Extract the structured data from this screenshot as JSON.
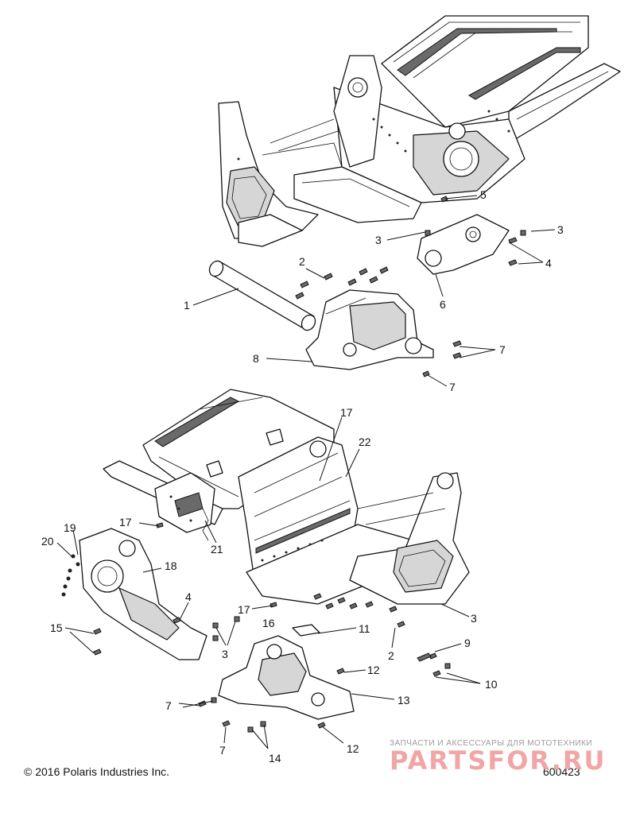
{
  "callouts": [
    {
      "id": "c5",
      "text": "5"
    },
    {
      "id": "c3a",
      "text": "3"
    },
    {
      "id": "c3b",
      "text": "3"
    },
    {
      "id": "c4a",
      "text": "4"
    },
    {
      "id": "c2a",
      "text": "2"
    },
    {
      "id": "c1",
      "text": "1"
    },
    {
      "id": "c6",
      "text": "6"
    },
    {
      "id": "c7a",
      "text": "7"
    },
    {
      "id": "c8",
      "text": "8"
    },
    {
      "id": "c7b",
      "text": "7"
    },
    {
      "id": "c17a",
      "text": "17"
    },
    {
      "id": "c22",
      "text": "22"
    },
    {
      "id": "c17b",
      "text": "17"
    },
    {
      "id": "c21",
      "text": "21"
    },
    {
      "id": "c19",
      "text": "19"
    },
    {
      "id": "c20",
      "text": "20"
    },
    {
      "id": "c18",
      "text": "18"
    },
    {
      "id": "c4b",
      "text": "4"
    },
    {
      "id": "c17c",
      "text": "17"
    },
    {
      "id": "c16",
      "text": "16"
    },
    {
      "id": "c3c",
      "text": "3"
    },
    {
      "id": "c15",
      "text": "15"
    },
    {
      "id": "c3d",
      "text": "3"
    },
    {
      "id": "c11",
      "text": "11"
    },
    {
      "id": "c2b",
      "text": "2"
    },
    {
      "id": "c9",
      "text": "9"
    },
    {
      "id": "c12a",
      "text": "12"
    },
    {
      "id": "c10",
      "text": "10"
    },
    {
      "id": "c13",
      "text": "13"
    },
    {
      "id": "c7c",
      "text": "7"
    },
    {
      "id": "c7d",
      "text": "7"
    },
    {
      "id": "c14",
      "text": "14"
    },
    {
      "id": "c12b",
      "text": "12"
    }
  ],
  "footer": {
    "copyright": "© 2016 Polaris Industries Inc.",
    "diagram_number": "600423"
  },
  "watermark": {
    "tagline": "ЗАПЧАСТИ И АКСЕССУАРЫ ДЛЯ МОТОТЕХНИКИ",
    "brand": "PARTSFOR.RU"
  }
}
